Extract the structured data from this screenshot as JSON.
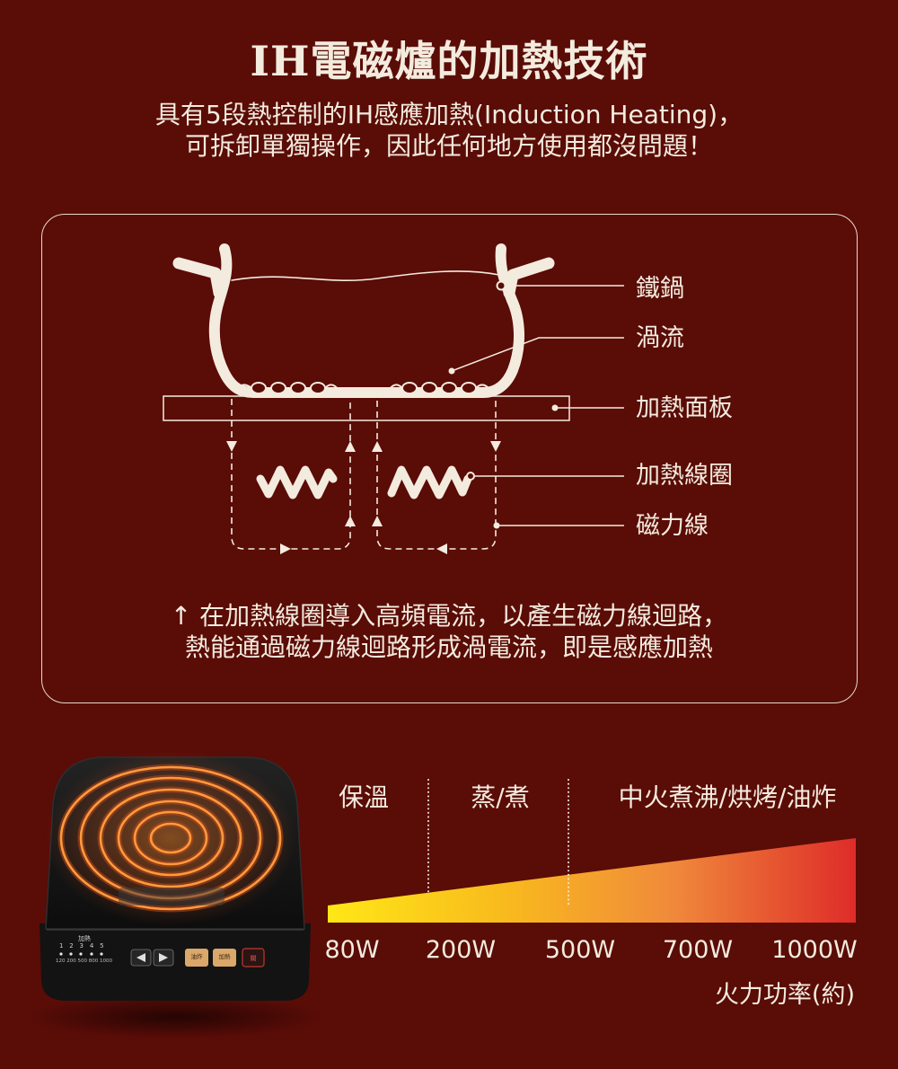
{
  "header": {
    "title": "IH電磁爐的加熱技術",
    "subtitle_lines": [
      "具有5段熱控制的IH感應加熱(Induction Heating)，",
      "可拆卸單獨操作，因此任何地方使用都沒問題！"
    ]
  },
  "diagram": {
    "labels": {
      "pot": "鐵鍋",
      "eddy_current": "渦流",
      "heating_panel": "加熱面板",
      "heating_coil": "加熱線圈",
      "magnetic_field_lines": "磁力線"
    },
    "caption_lines": [
      "↑ 在加熱線圈導入高頻電流，以產生磁力線迴路，",
      "熱能通過磁力線迴路形成渦電流，即是感應加熱"
    ]
  },
  "product_photo": {
    "control_panel": {
      "heat_label": "加熱",
      "level_numbers": "1 2 3 4 5",
      "level_values": "120 200 500 800 1000",
      "fry_button": "油炸",
      "heat_button": "加熱",
      "off_button": "關",
      "icons": {
        "decrease_button": "left-triangle-icon",
        "increase_button": "right-triangle-icon"
      }
    }
  },
  "power_scale": {
    "modes": [
      "保溫",
      "蒸/煮",
      "中火煮沸/烘烤/油炸"
    ],
    "ticks": [
      "80W",
      "200W",
      "500W",
      "700W",
      "1000W"
    ],
    "axis_label": "火力功率(約)"
  },
  "colors": {
    "background": "#5a0c07",
    "text": "#f3ebde",
    "power_ramp": [
      "#ffe716",
      "#f8b81e",
      "#f08a3b",
      "#de2c29"
    ],
    "cooktop_glow": "#ff9a3c"
  }
}
